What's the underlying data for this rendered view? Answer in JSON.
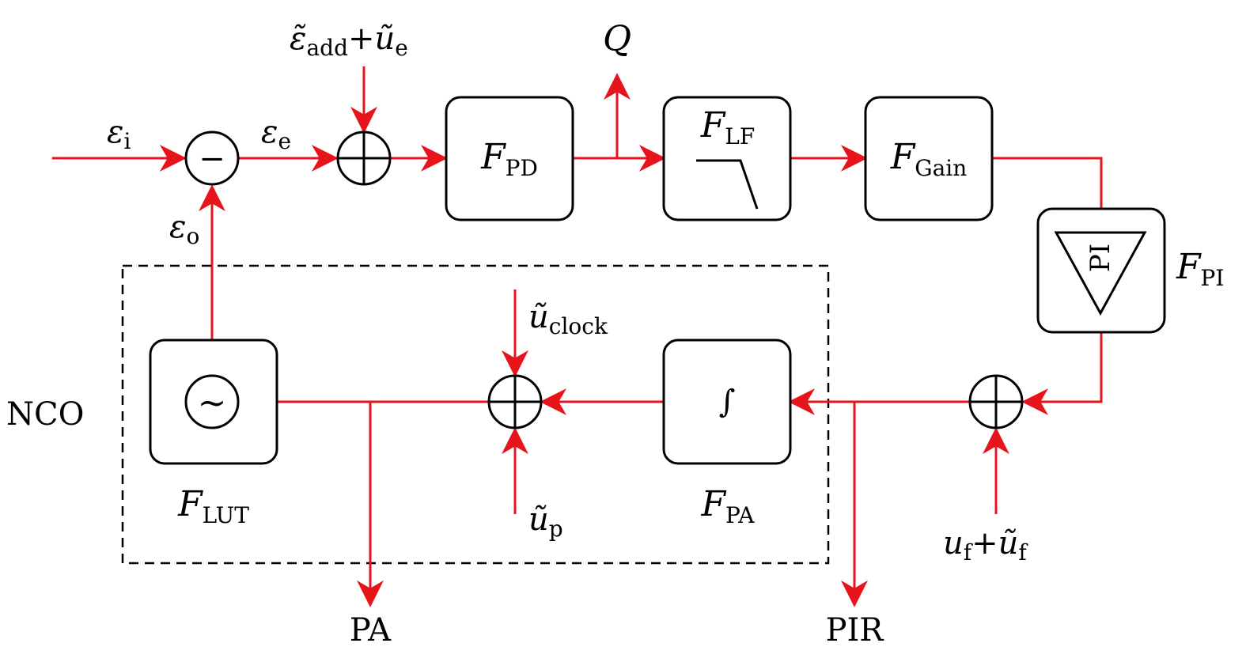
{
  "labels": {
    "eps_i": "ε",
    "eps_i_sub": "i",
    "eps_e": "ε",
    "eps_e_sub": "e",
    "eps_o": "ε",
    "eps_o_sub": "o",
    "top_in_a": "ε̃",
    "top_in_a_sub": "add",
    "top_in_plus": "+",
    "top_in_b": "ũ",
    "top_in_b_sub": "e",
    "q": "Q",
    "u_clock": "ũ",
    "u_clock_sub": "clock",
    "u_p": "ũ",
    "u_p_sub": "p",
    "uf_a": "u",
    "uf_a_sub": "f",
    "uf_plus": "+",
    "uf_b": "ũ",
    "uf_b_sub": "f",
    "nco": "NCO",
    "pa": "PA",
    "pir": "PIR"
  },
  "blocks": {
    "pd": {
      "name": "F",
      "sub": "PD"
    },
    "lf": {
      "name": "F",
      "sub": "LF"
    },
    "gain": {
      "name": "F",
      "sub": "Gain"
    },
    "pi": {
      "name": "F",
      "sub": "PI",
      "inner": "PI"
    },
    "pa": {
      "name": "F",
      "sub": "PA",
      "symbol": "∫"
    },
    "lut": {
      "name": "F",
      "sub": "LUT",
      "symbol": "~"
    }
  },
  "symbols": {
    "minus": "−"
  },
  "colors": {
    "signal": "#e8141c",
    "block": "#000000"
  }
}
